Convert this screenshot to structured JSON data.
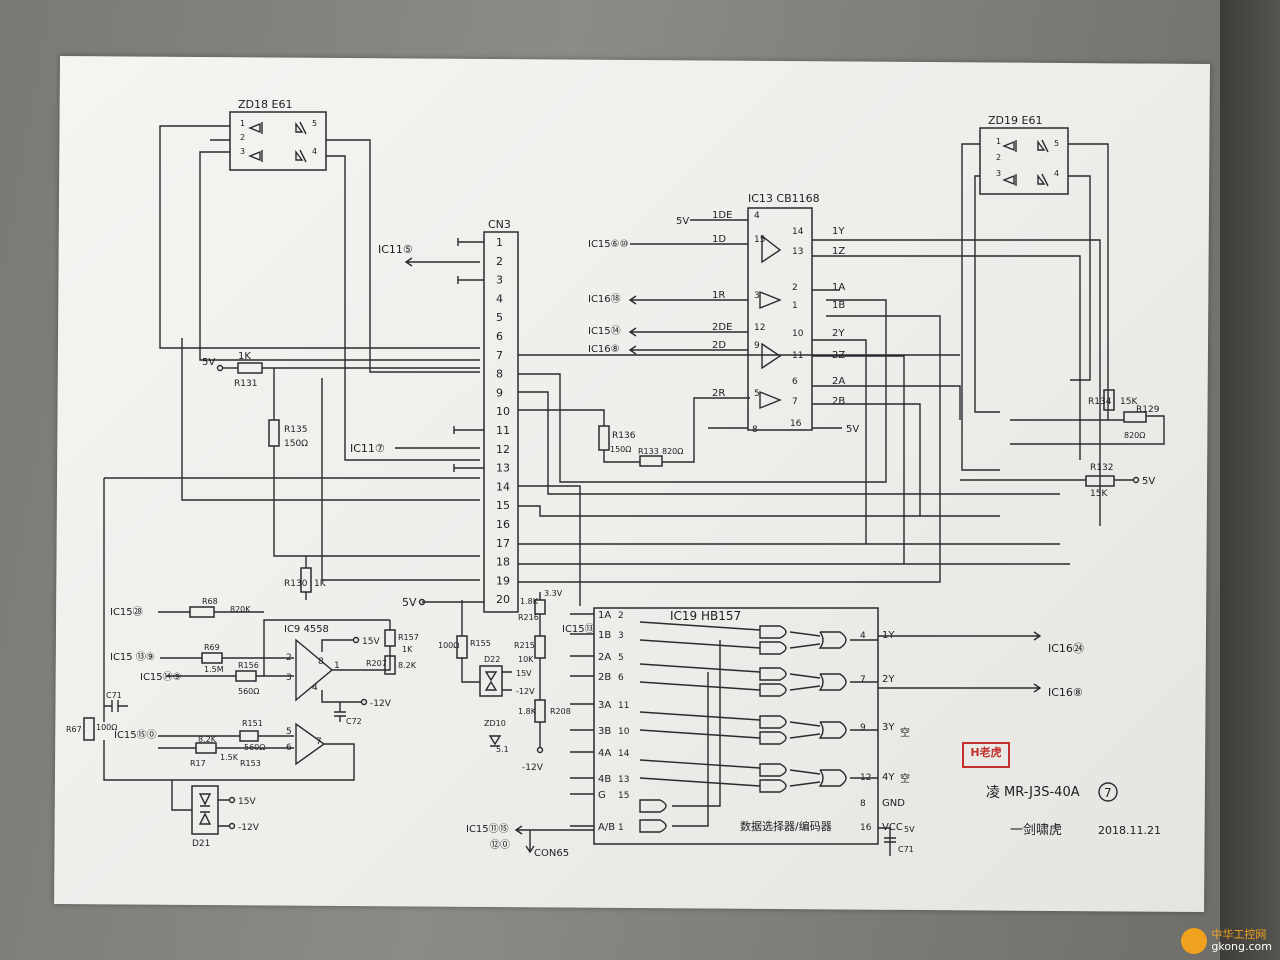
{
  "title_block": {
    "model": "MR-J3S-40A",
    "sheet": "7",
    "prefix": "凌",
    "author": "一剑啸虎",
    "date": "2018.11.21",
    "stamp": "H老虎"
  },
  "cn3": {
    "ref": "CN3",
    "pins": [
      "1",
      "2",
      "3",
      "4",
      "5",
      "6",
      "7",
      "8",
      "9",
      "10",
      "11",
      "12",
      "13",
      "14",
      "15",
      "16",
      "17",
      "18",
      "19",
      "20"
    ],
    "ic11_5": "IC11⑤",
    "ic11_7": "IC11⑦",
    "v5": "5V",
    "v5_b": "5V"
  },
  "zd18": {
    "label": "ZD18  E61",
    "pins": [
      "1",
      "2",
      "3",
      "4",
      "5"
    ]
  },
  "zd19": {
    "label": "ZD19  E61",
    "pins": [
      "1",
      "2",
      "3",
      "4",
      "5"
    ]
  },
  "ic13": {
    "label": "IC13 CB1168",
    "pins_left": [
      "1DE",
      "1D",
      "1R",
      "2DE",
      "2D",
      "2R"
    ],
    "pins_right": [
      "1Y",
      "1Z",
      "1A",
      "1B",
      "2Y",
      "2Z",
      "2A",
      "2B"
    ],
    "num_left": [
      "4",
      "15",
      "3",
      "12",
      "9",
      "5"
    ],
    "num_right": [
      "14",
      "13",
      "2",
      "1",
      "10",
      "11",
      "6",
      "7"
    ],
    "gnd_pin": "8",
    "vcc_pin": "16",
    "v5_left": "5V",
    "v5_right": "5V",
    "ic15_60": "IC15⑥⑩",
    "ic16_18": "IC16⑱",
    "ic15_14": "IC15⑭",
    "ic16_8": "IC16⑧"
  },
  "resistors": {
    "r131": "R131",
    "r131_val": "1K",
    "r135": "R135",
    "r135_val": "150Ω",
    "r130": "R130",
    "r130_val": "1K",
    "r136": "R136",
    "r136_val": "150Ω",
    "r133": "R133",
    "r133_val": "820Ω",
    "r134": "R134",
    "r134_val": "15K",
    "r129": "R129",
    "r129_val": "820Ω",
    "r132": "R132",
    "r132_val": "15K",
    "r132_v5": "5V"
  },
  "ic9": {
    "label": "IC9  4558",
    "pins": [
      "2",
      "3",
      "1",
      "8",
      "4",
      "5",
      "6",
      "7"
    ],
    "v15": "15V",
    "vm12": "-12V",
    "c72": "C72",
    "r157": "R157",
    "r157_val": "1K",
    "r207": "R207",
    "r207_val": "8.2K",
    "r155": "R155",
    "r155_val": "100Ω"
  },
  "left_inputs": {
    "ic15_28": "IC15㉘",
    "r68": "R68",
    "r68_val": "820K",
    "ic15_139": "IC15 ⑬⑨",
    "r69": "R69",
    "r69_val": "1.5M",
    "ic15_149": "IC15⑭⑨",
    "r156": "R156",
    "r156_val": "560Ω",
    "c71": "C71",
    "r67": "R67",
    "r67_val": "100Ω",
    "ic15_150": "IC15⑮⓪",
    "r151": "R151",
    "r151_val": "560Ω",
    "r17": "R17",
    "r17_val": "8.2K",
    "r153": "R153",
    "r153_val": "1.5K",
    "d21": "D21",
    "d21_p15": "15V",
    "d21_m12": "-12V"
  },
  "mid_parts": {
    "v33": "3.3V",
    "r216": "R216",
    "r216_val": "1.8K",
    "r215": "R215",
    "r215_val": "10K",
    "r208": "R208",
    "r208_val": "1.8K",
    "d22": "D22",
    "d22_p15": "15V",
    "d22_m12": "-12V",
    "zd10": "ZD10",
    "zd10_val": "5.1",
    "vm12": "-12V",
    "ic15_13": "IC15⑬"
  },
  "ic19": {
    "label": "IC19  HB157",
    "left_names": [
      "1A",
      "1B",
      "2A",
      "2B",
      "3A",
      "3B",
      "4A",
      "4B",
      "G",
      "A/B"
    ],
    "left_nums": [
      "2",
      "3",
      "5",
      "6",
      "11",
      "10",
      "14",
      "13",
      "15",
      "1"
    ],
    "right_names": [
      "1Y",
      "2Y",
      "3Y",
      "4Y",
      "GND",
      "VCC"
    ],
    "right_nums": [
      "4",
      "7",
      "9",
      "12",
      "8",
      "16"
    ],
    "empty3": "空",
    "empty4": "空",
    "caption": "数据选择器/编码器",
    "v5": "5V",
    "c71": "C71",
    "ic16_24": "IC16㉔",
    "ic16_8": "IC16⑧",
    "ic15_115": "IC15⑪⑮",
    "ic15_120": "⑫⓪",
    "con65": "CON65"
  },
  "watermark": {
    "cn": "中华工控网",
    "url": "gkong.com"
  }
}
